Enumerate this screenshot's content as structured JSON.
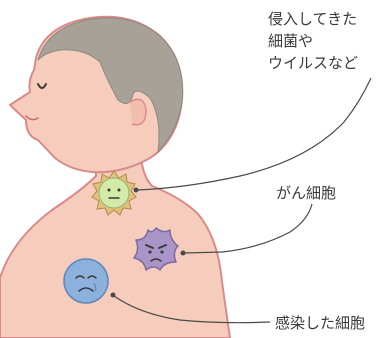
{
  "labels": {
    "invading_line1": "侵入してきた",
    "invading_line2": "細菌や",
    "invading_line3": "ウイルスなど",
    "cancer_cell": "がん細胞",
    "infected_cell": "感染した細胞"
  },
  "colors": {
    "skin": "#f6cdbd",
    "skin_outline": "#d98a8a",
    "hair": "#a7a197",
    "virus_fill": "#d3eaa9",
    "virus_spikes": "#e3c07c",
    "cancer_fill": "#a995c8",
    "infected_fill": "#8cb1dd",
    "leader_line": "#4a4a4a",
    "text": "#3a3a3a"
  }
}
